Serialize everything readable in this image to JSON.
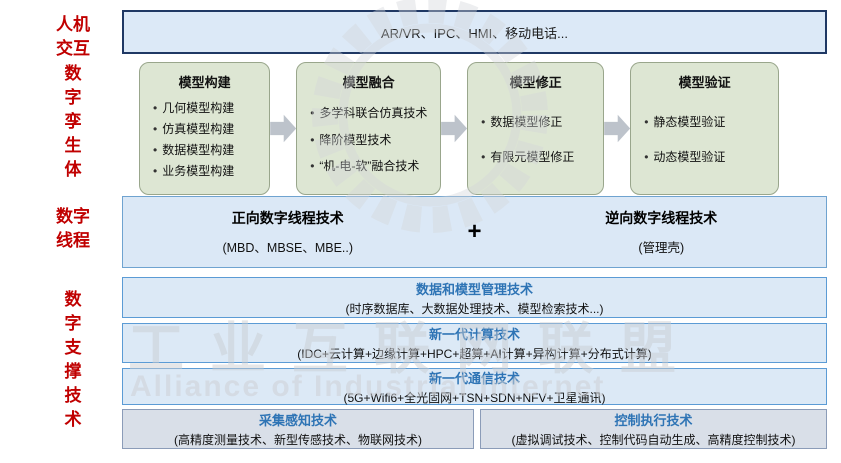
{
  "left_labels": [
    {
      "text": "人机交互"
    },
    {
      "text": "数字孪生体"
    },
    {
      "text": "数字线程"
    },
    {
      "text": "数字支撑技术"
    }
  ],
  "top_bar": {
    "text": "AR/VR、IPC、HMI、移动电话..."
  },
  "model_stages": [
    {
      "title": "模型构建",
      "items": [
        "几何模型构建",
        "仿真模型构建",
        "数据模型构建",
        "业务模型构建"
      ]
    },
    {
      "title": "模型融合",
      "items": [
        "多学科联合仿真技术",
        "降阶模型技术",
        "“机-电-软”融合技术"
      ]
    },
    {
      "title": "模型修正",
      "items": [
        "数据模型修正",
        "有限元模型修正"
      ]
    },
    {
      "title": "模型验证",
      "items": [
        "静态模型验证",
        "动态模型验证"
      ]
    }
  ],
  "digital_thread": {
    "forward": {
      "title": "正向数字线程技术",
      "subtitle": "(MBD、MBSE、MBE..)"
    },
    "plus": "+",
    "reverse": {
      "title": "逆向数字线程技术",
      "subtitle": "(管理壳)"
    }
  },
  "support_rows": [
    {
      "title": "数据和模型管理技术",
      "subtitle": "(时序数据库、大数据处理技术、模型检索技术...)"
    },
    {
      "title": "新一代计算技术",
      "subtitle": "(IDC+云计算+边缘计算+HPC+超算+AI计算+异构计算+分布式计算)"
    },
    {
      "title": "新一代通信技术",
      "subtitle": "(5G+Wifi6+全光固网+TSN+SDN+NFV+卫星通讯)"
    }
  ],
  "bottom_boxes": [
    {
      "title": "采集感知技术",
      "subtitle": "(高精度测量技术、新型传感技术、物联网技术)"
    },
    {
      "title": "控制执行技术",
      "subtitle": "(虚拟调试技术、控制代码自动生成、高精度控制技术)"
    }
  ],
  "watermark": {
    "zh": "工业互联网联盟",
    "en": "Alliance of Industrial Internet"
  },
  "colors": {
    "label_red": "#c00000",
    "top_bar_border": "#1f3864",
    "panel_blue": "#dce9f6",
    "stage_green": "#dde6d3",
    "title_blue": "#2e74b5"
  }
}
